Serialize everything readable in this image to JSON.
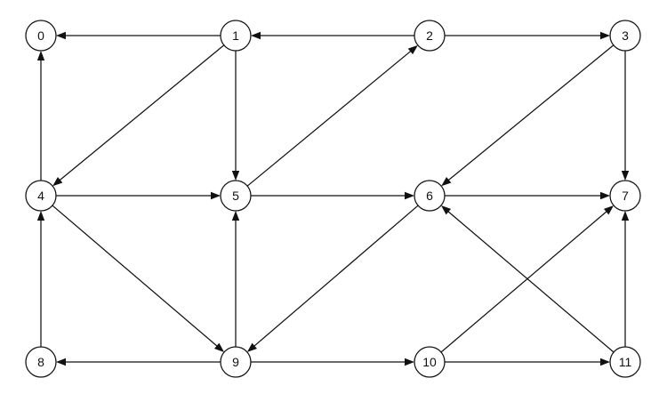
{
  "graph": {
    "nodes": [
      {
        "id": "0",
        "label": "0"
      },
      {
        "id": "1",
        "label": "1"
      },
      {
        "id": "2",
        "label": "2"
      },
      {
        "id": "3",
        "label": "3"
      },
      {
        "id": "4",
        "label": "4"
      },
      {
        "id": "5",
        "label": "5"
      },
      {
        "id": "6",
        "label": "6"
      },
      {
        "id": "7",
        "label": "7"
      },
      {
        "id": "8",
        "label": "8"
      },
      {
        "id": "9",
        "label": "9"
      },
      {
        "id": "10",
        "label": "10"
      },
      {
        "id": "11",
        "label": "11"
      }
    ],
    "edges": [
      {
        "from": "1",
        "to": "0"
      },
      {
        "from": "2",
        "to": "1"
      },
      {
        "from": "2",
        "to": "3"
      },
      {
        "from": "1",
        "to": "4"
      },
      {
        "from": "1",
        "to": "5"
      },
      {
        "from": "5",
        "to": "2"
      },
      {
        "from": "3",
        "to": "6"
      },
      {
        "from": "3",
        "to": "7"
      },
      {
        "from": "4",
        "to": "0"
      },
      {
        "from": "4",
        "to": "5"
      },
      {
        "from": "4",
        "to": "9"
      },
      {
        "from": "5",
        "to": "6"
      },
      {
        "from": "6",
        "to": "7"
      },
      {
        "from": "6",
        "to": "9"
      },
      {
        "from": "9",
        "to": "5"
      },
      {
        "from": "8",
        "to": "4"
      },
      {
        "from": "9",
        "to": "8"
      },
      {
        "from": "9",
        "to": "10"
      },
      {
        "from": "10",
        "to": "11"
      },
      {
        "from": "10",
        "to": "7"
      },
      {
        "from": "11",
        "to": "6"
      },
      {
        "from": "11",
        "to": "7"
      }
    ]
  }
}
